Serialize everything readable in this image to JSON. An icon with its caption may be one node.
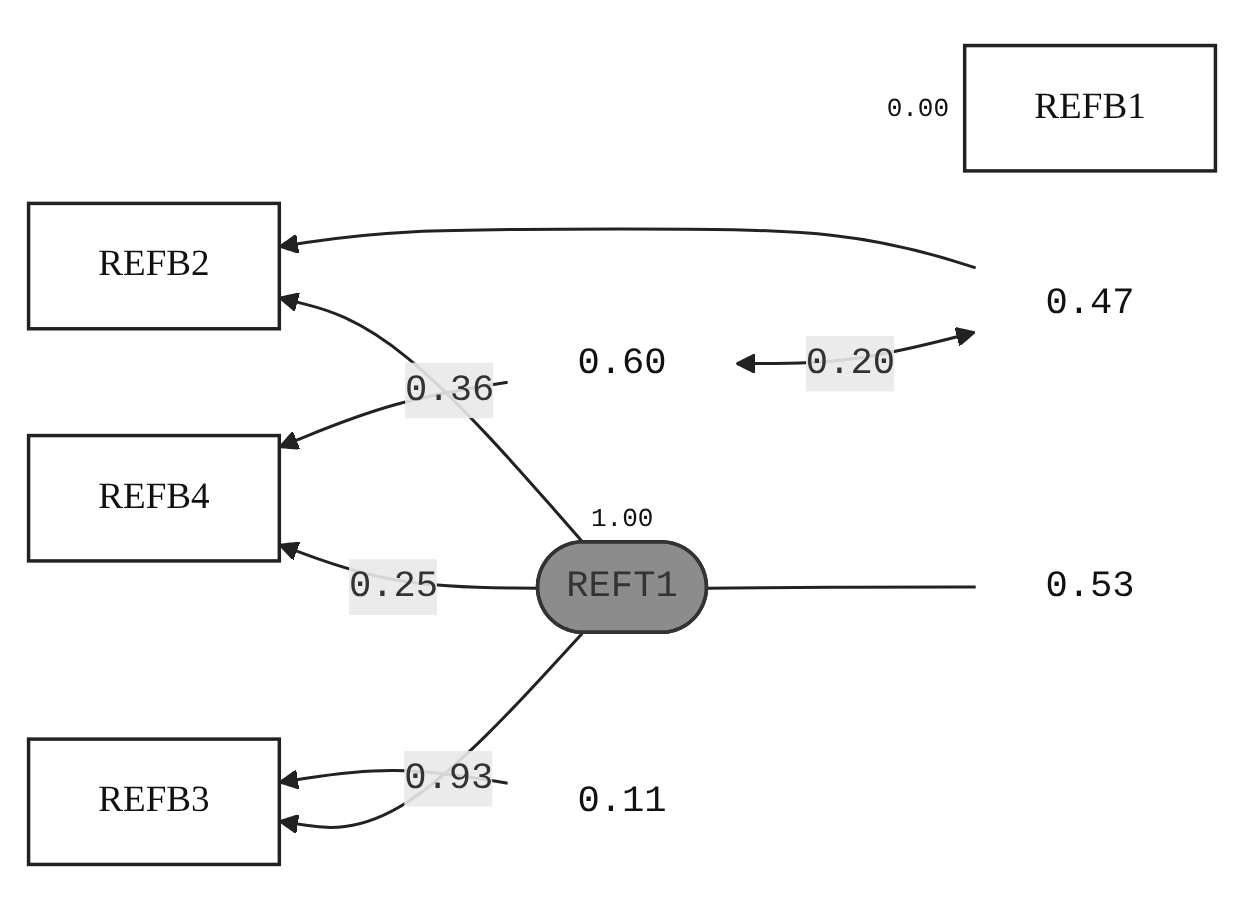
{
  "diagram": {
    "nodes": [
      {
        "text": [
          "REFB1"
        ],
        "beside": [
          "0.00"
        ]
      },
      {
        "text": [
          "0.47"
        ]
      },
      {
        "text": [
          "REFB2"
        ]
      },
      {
        "text": [
          "0.11"
        ]
      },
      {
        "text": [
          "REFB3"
        ]
      },
      {
        "text": [
          "0.60"
        ]
      },
      {
        "text": [
          "REFB4"
        ]
      },
      {
        "text": [
          "REFT1"
        ],
        "beside": [
          "1.00"
        ]
      },
      {
        "text": [
          "0.53"
        ]
      }
    ],
    "edges": [
      {
        "from": 1,
        "to": 2,
        "arrow": "to"
      },
      {
        "from": 3,
        "to": 4,
        "arrow": "to"
      },
      {
        "from": 5,
        "to": 6,
        "arrow": "to"
      },
      {
        "from": 7,
        "to": 2,
        "arrow": "to",
        "label": "0.36"
      },
      {
        "from": 7,
        "to": 4,
        "arrow": "to",
        "label": "0.93"
      },
      {
        "from": 7,
        "to": 6,
        "arrow": "to",
        "label": "0.25"
      },
      {
        "from": 8,
        "to": 7,
        "arrow": "none"
      },
      {
        "from": 1,
        "to": 5,
        "arrow": "both",
        "label": "0.20"
      }
    ]
  }
}
